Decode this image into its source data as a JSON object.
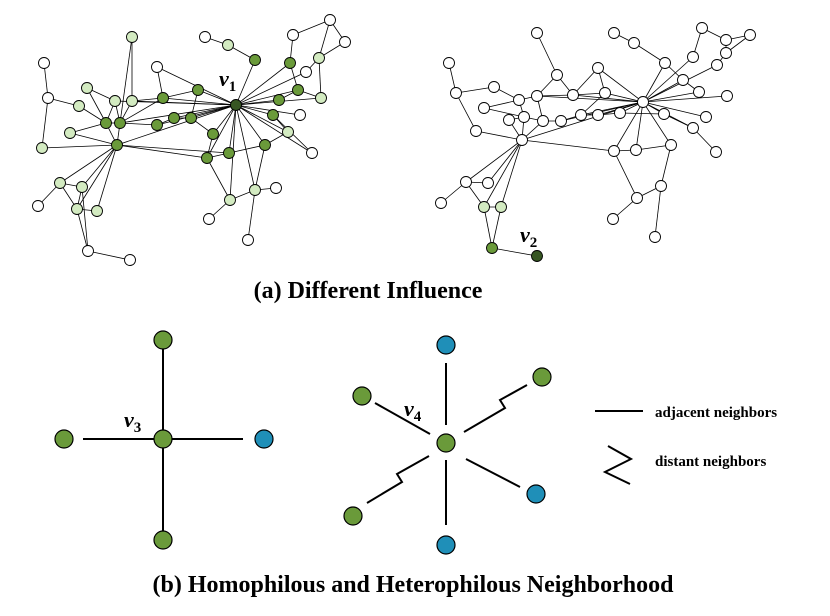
{
  "captions": {
    "a": "(a) Different Influence",
    "b": "(b) Homophilous and Heterophilous Neighborhood"
  },
  "labels": {
    "v1": "v",
    "v1_sub": "1",
    "v2": "v",
    "v2_sub": "2",
    "v3": "v",
    "v3_sub": "3",
    "v4": "v",
    "v4_sub": "4"
  },
  "legend": {
    "adjacent": "adjacent neighbors",
    "distant": "distant neighbors"
  },
  "colors": {
    "dark_green": "#375623",
    "green": "#6a9a3a",
    "light_green": "#d3ebc1",
    "blue": "#1f8fb8",
    "white": "#ffffff",
    "stroke": "#000000"
  }
}
